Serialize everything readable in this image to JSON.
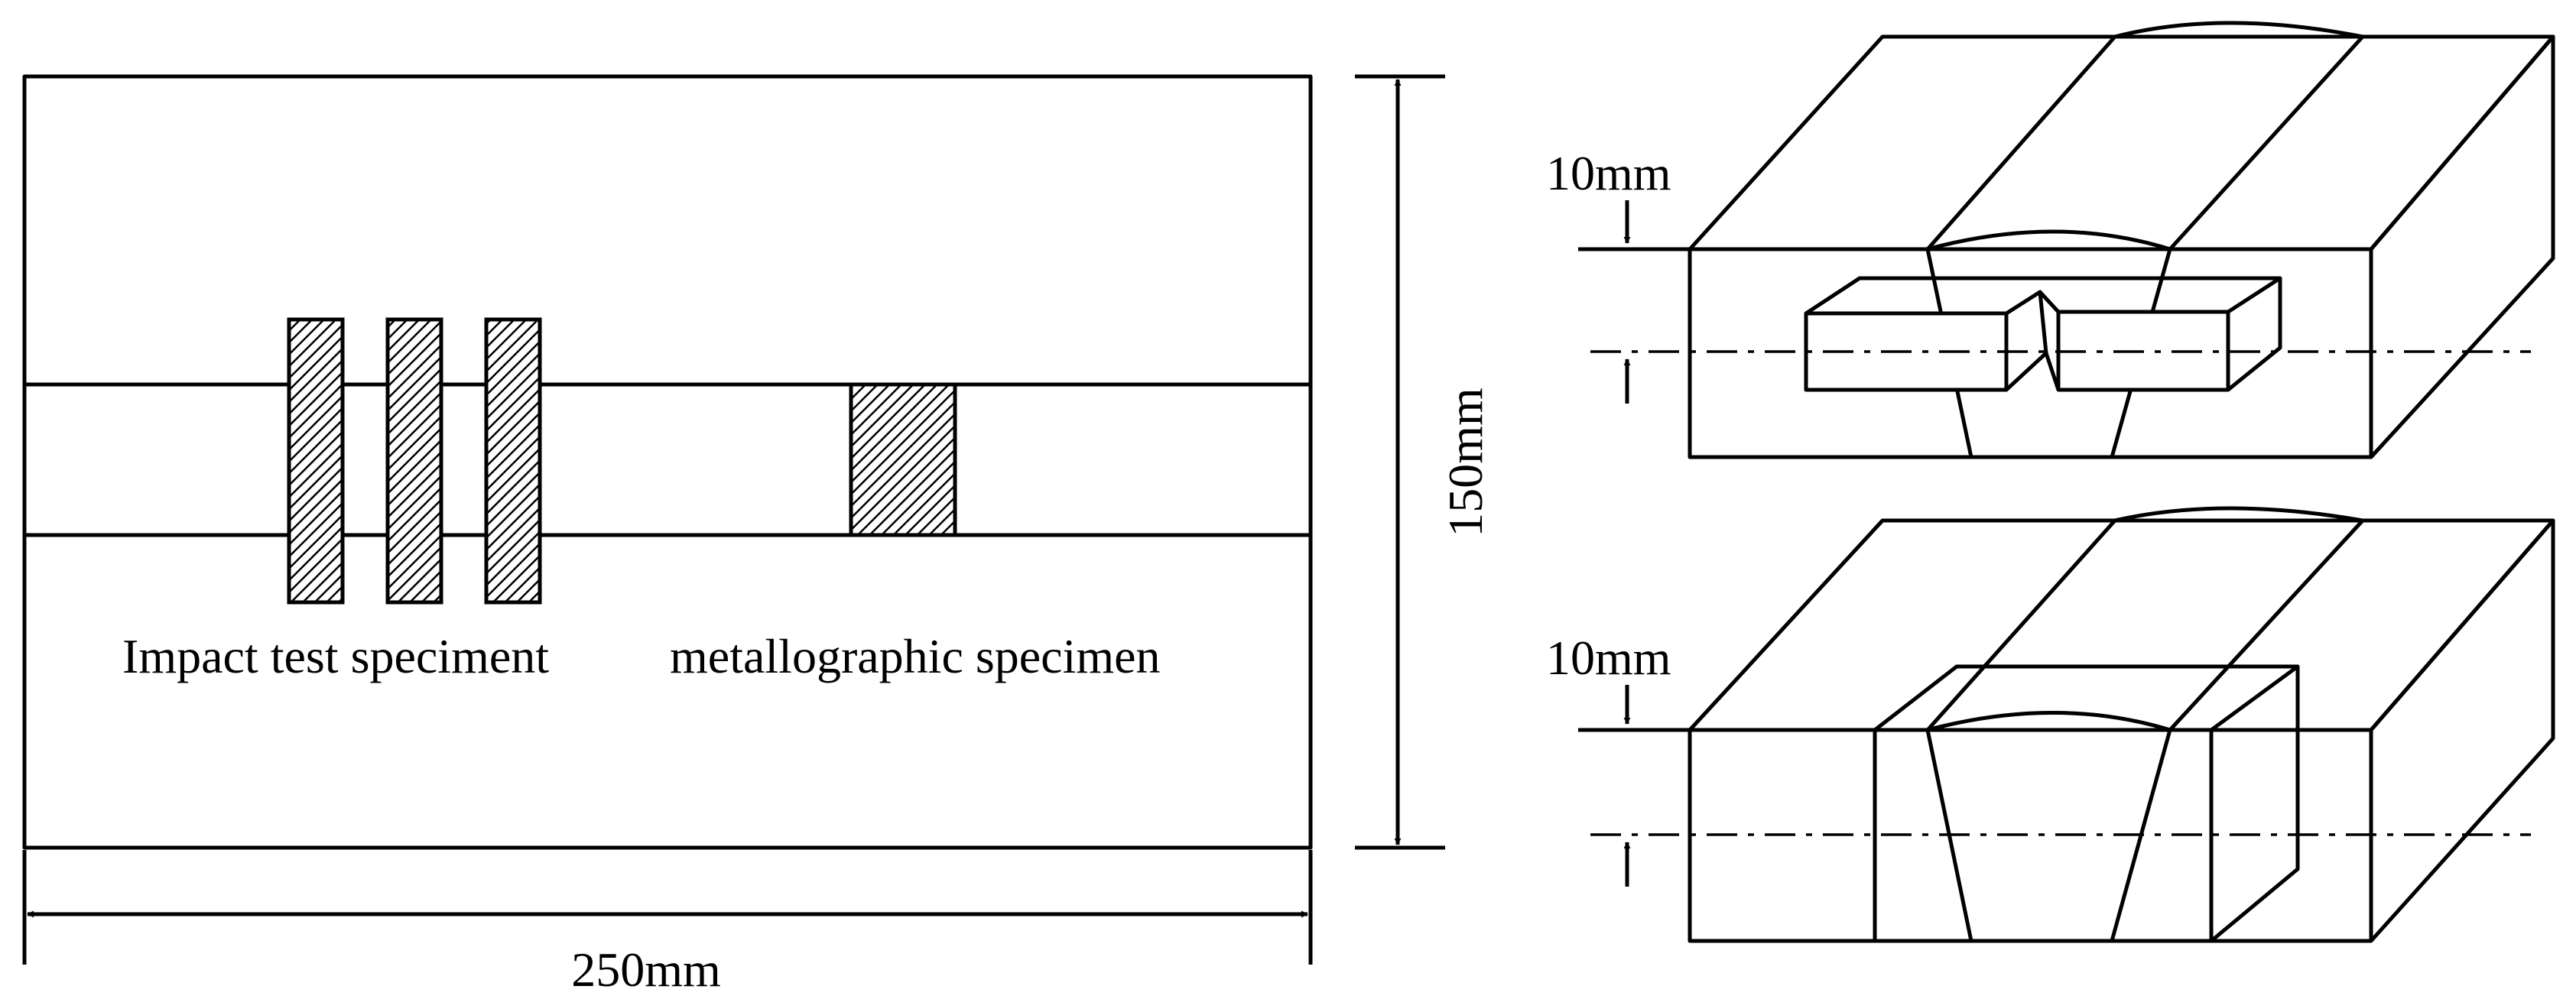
{
  "labels": {
    "impact": "Impact test speciment",
    "metallographic": "metallographic specimen",
    "width": "250mm",
    "height": "150mm",
    "depth_top": "10mm",
    "depth_bottom": "10mm"
  },
  "colors": {
    "line": "#000000",
    "background": "#ffffff"
  }
}
